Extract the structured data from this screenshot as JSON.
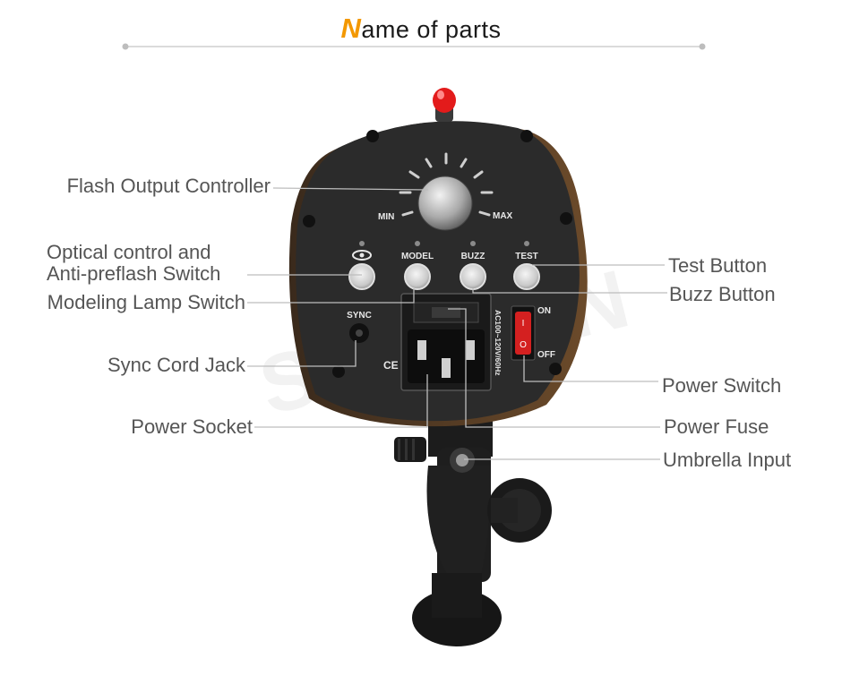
{
  "title": {
    "first_letter": "N",
    "rest": "ame of parts"
  },
  "watermark": "SAMTIAN",
  "device": {
    "min_label": "MIN",
    "max_label": "MAX",
    "model_label": "MODEL",
    "buzz_label": "BUZZ",
    "test_label": "TEST",
    "sync_label": "SYNC",
    "ce_mark": "CE",
    "on_label": "ON",
    "off_label": "OFF",
    "rating_label": "AC100~120V/60Hz",
    "switch_on_glyph": "I",
    "switch_off_glyph": "O"
  },
  "labels": {
    "flash_output": "Flash Output Controller",
    "optical_1": "Optical control and",
    "optical_2": "Anti-preflash Switch",
    "modeling": "Modeling Lamp Switch",
    "sync": "Sync Cord Jack",
    "power_socket": "Power Socket",
    "test": "Test Button",
    "buzz": "Buzz Button",
    "power_switch": "Power Switch",
    "power_fuse": "Power Fuse",
    "umbrella": "Umbrella Input"
  },
  "colors": {
    "accent": "#f39800",
    "label": "#555555",
    "body": "#2b2b2b",
    "switch": "#d42020",
    "led": "#e31b1b"
  }
}
